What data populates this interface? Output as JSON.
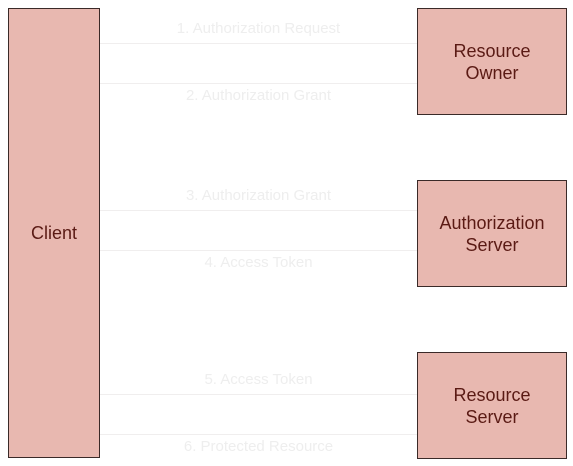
{
  "colors": {
    "box_fill": "#e8b8b0",
    "box_border": "#3a2a28",
    "box_text": "#5a1a14",
    "arrow_text": "#eeeeee",
    "arrow_line": "#f0eeee"
  },
  "actors": {
    "client": "Client",
    "resource_owner": [
      "Resource",
      "Owner"
    ],
    "authorization_server": [
      "Authorization",
      "Server"
    ],
    "resource_server": [
      "Resource",
      "Server"
    ]
  },
  "flows": [
    {
      "label": "1. Authorization Request"
    },
    {
      "label": "2. Authorization Grant"
    },
    {
      "label": "3. Authorization Grant"
    },
    {
      "label": "4. Access Token"
    },
    {
      "label": "5. Access Token"
    },
    {
      "label": "6. Protected Resource"
    }
  ]
}
